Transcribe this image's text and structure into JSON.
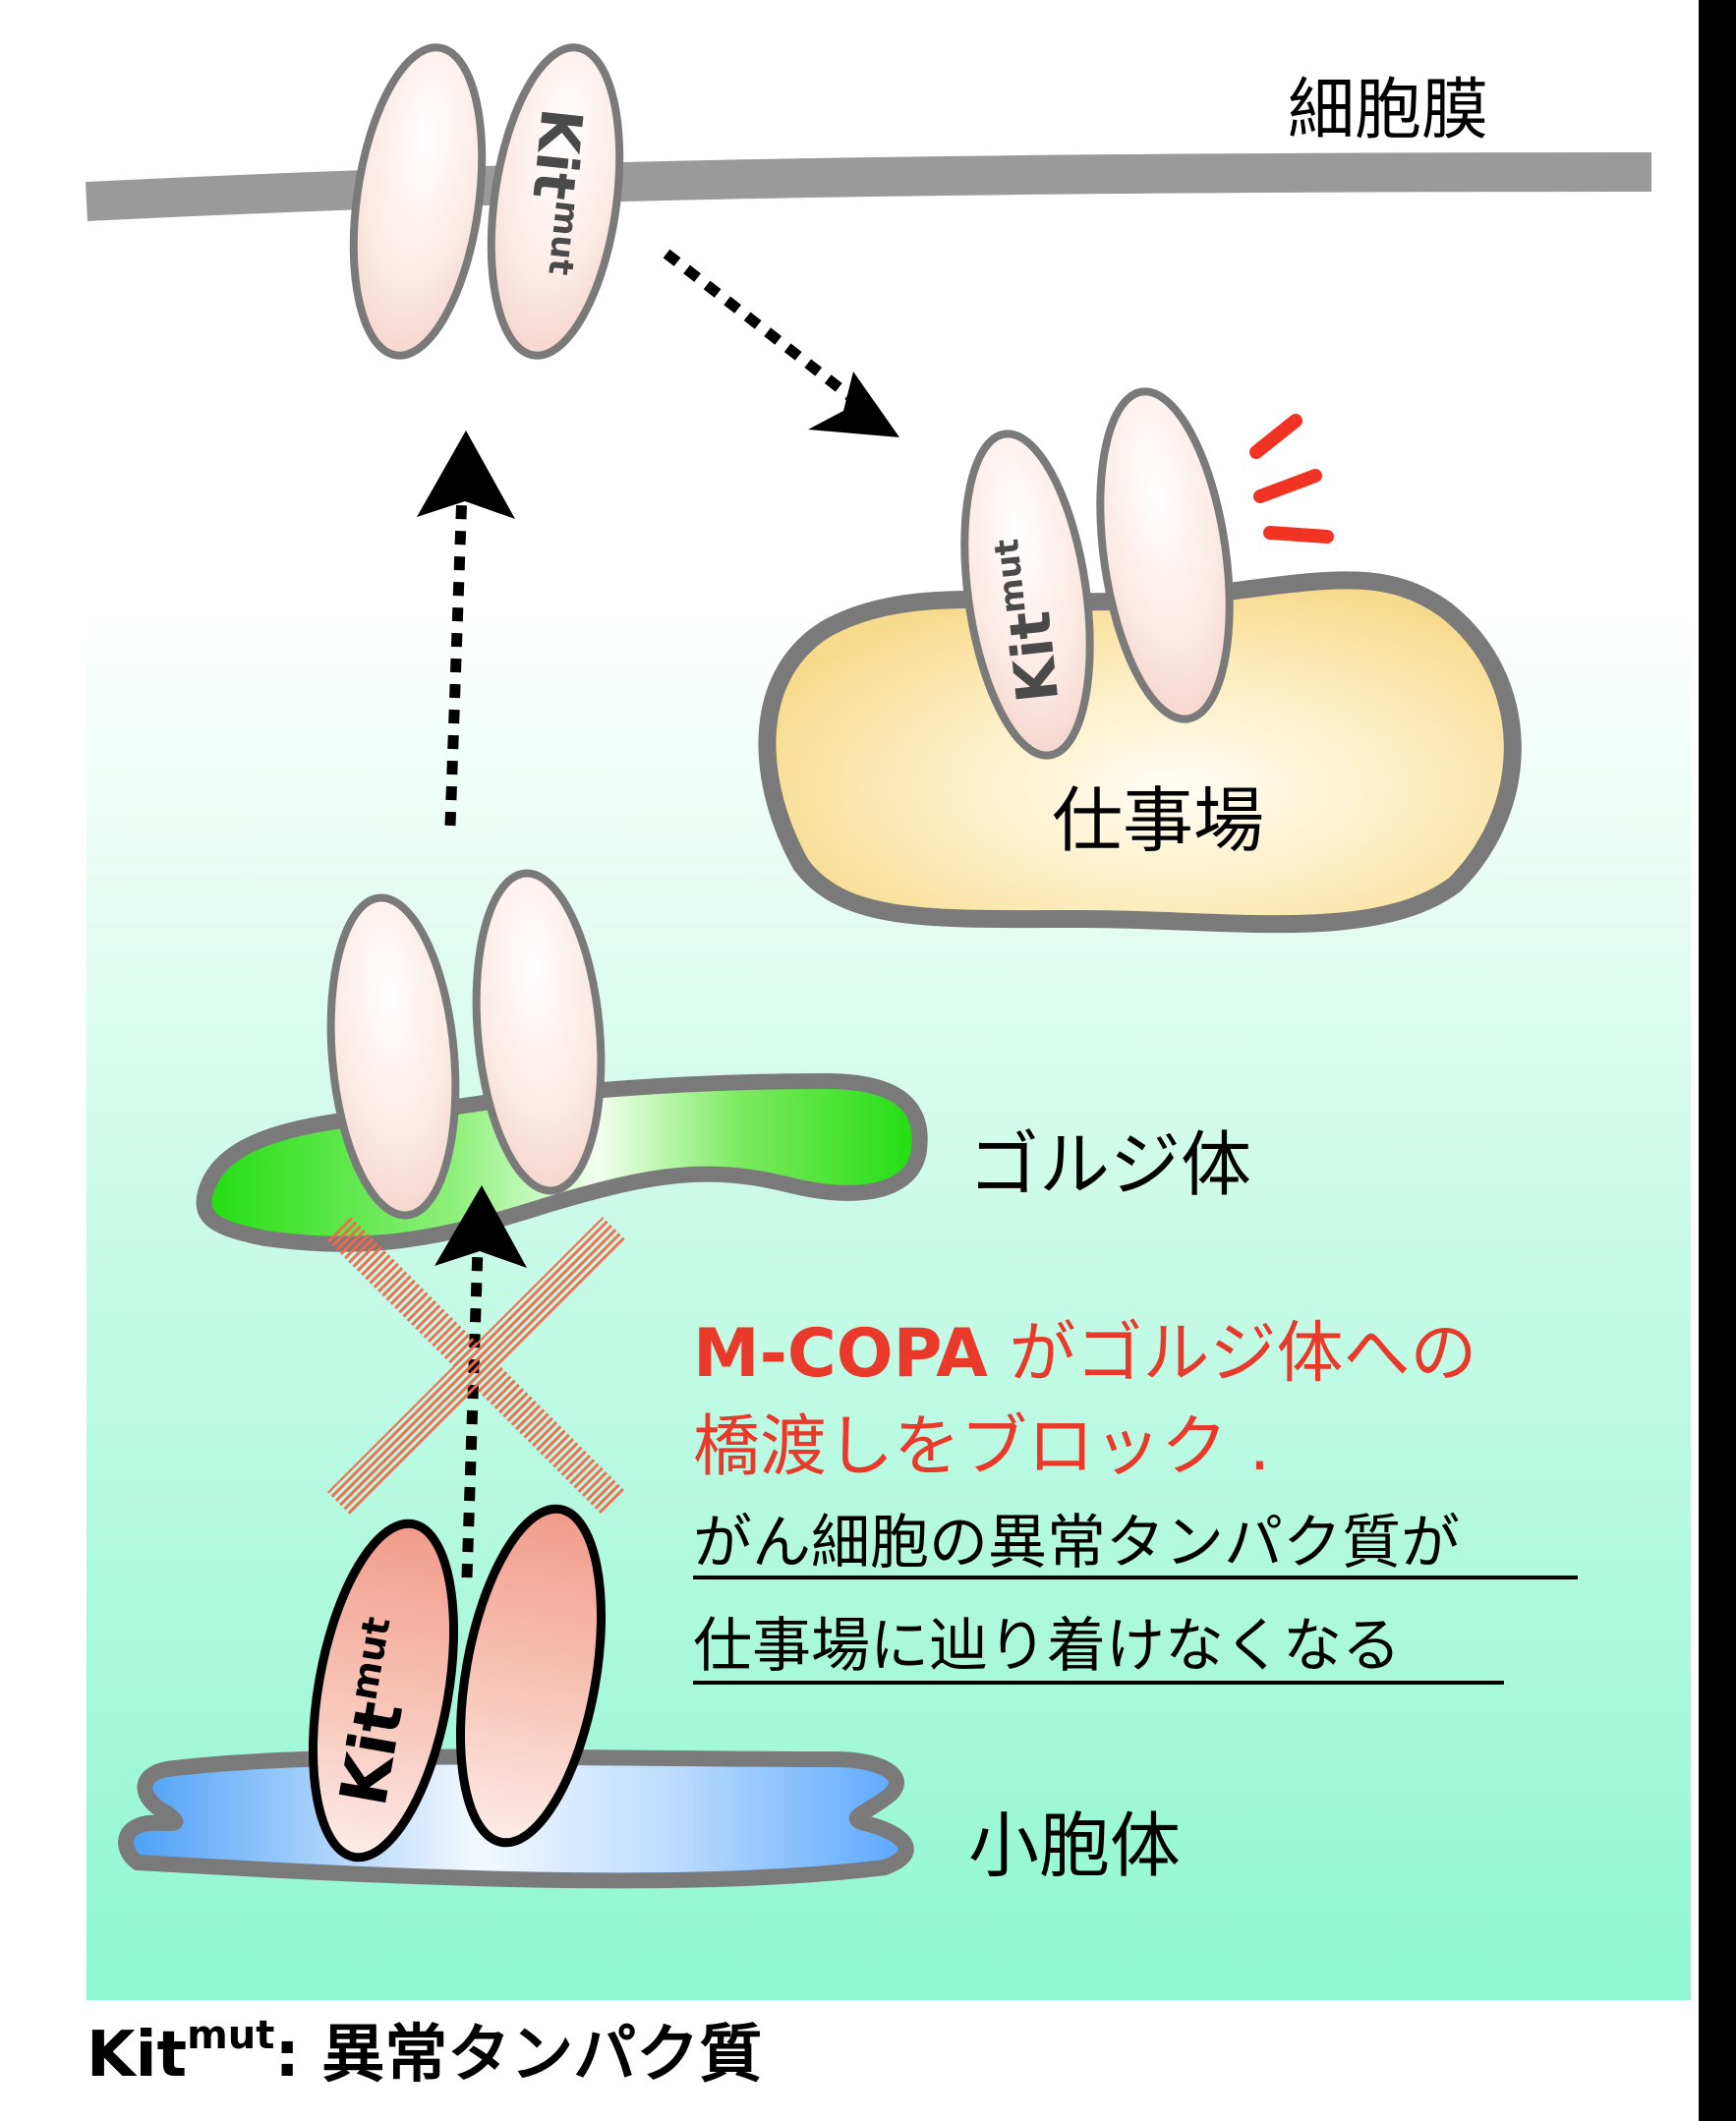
{
  "labels": {
    "membrane": "細胞膜",
    "workplace": "仕事場",
    "golgi": "ゴルジ体",
    "er": "小胞体"
  },
  "protein_label": {
    "main": "Kit",
    "sup": "mut"
  },
  "message": {
    "line1_prefix": "M-COPA",
    "line1_rest": " がゴルジ体への",
    "line2": "橋渡しをブロック .",
    "line3": "がん細胞の異常タンパク質が",
    "line4": "仕事場に辿り着けなくなる"
  },
  "footer": {
    "main": "Kit",
    "sup": "mut",
    "rest": ": 異常タンパク質"
  },
  "colors": {
    "red_text": "#e8392a",
    "membrane": "#9a9a9a",
    "golgi": "#22dd10",
    "er": "#5aa8ff",
    "workplace": "#fbe6a0",
    "bg_bottom": "#8ff7d2",
    "x_mark": "#f06a4a"
  }
}
